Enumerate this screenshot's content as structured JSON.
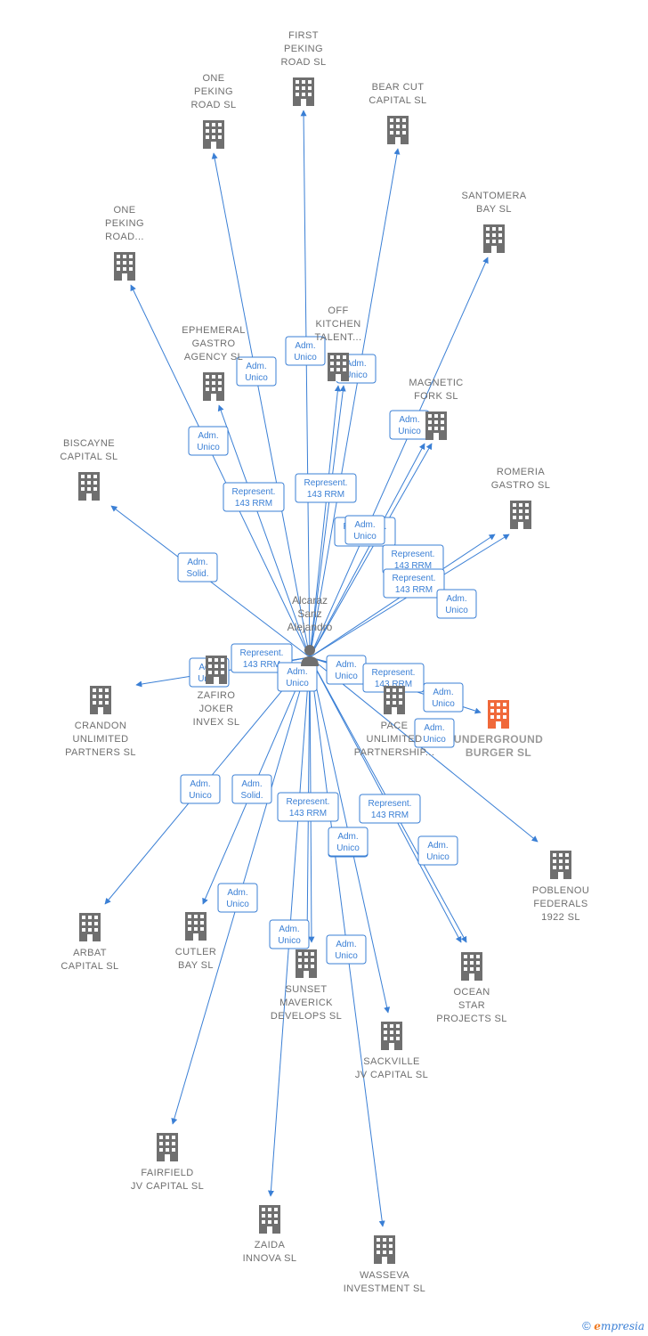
{
  "person": {
    "id": "p",
    "lines": [
      "Alcaraz",
      "Sanz",
      "Alejandro"
    ]
  },
  "companies": [
    {
      "id": "first_peking",
      "lines": [
        "FIRST",
        "PEKING",
        "ROAD  SL"
      ]
    },
    {
      "id": "one_peking",
      "lines": [
        "ONE",
        "PEKING",
        "ROAD  SL"
      ]
    },
    {
      "id": "bear_cut",
      "lines": [
        "BEAR CUT",
        "CAPITAL  SL"
      ]
    },
    {
      "id": "santomera",
      "lines": [
        "SANTOMERA",
        "BAY  SL"
      ]
    },
    {
      "id": "one_peking_2",
      "lines": [
        "ONE",
        "PEKING",
        "ROAD..."
      ]
    },
    {
      "id": "off_kitchen",
      "lines": [
        "OFF",
        "KITCHEN",
        "TALENT..."
      ]
    },
    {
      "id": "ephemeral",
      "lines": [
        "EPHEMERAL",
        "GASTRO",
        "AGENCY  SL"
      ]
    },
    {
      "id": "magnetic",
      "lines": [
        "MAGNETIC",
        "FORK  SL"
      ]
    },
    {
      "id": "biscayne",
      "lines": [
        "BISCAYNE",
        "CAPITAL SL"
      ]
    },
    {
      "id": "romeria",
      "lines": [
        "ROMERIA",
        "GASTRO  SL"
      ]
    },
    {
      "id": "crandon",
      "lines": [
        "CRANDON",
        "UNLIMITED",
        "PARTNERS  SL"
      ]
    },
    {
      "id": "zafiro",
      "lines": [
        "ZAFIRO",
        "JOKER",
        "INVEX  SL"
      ]
    },
    {
      "id": "pace",
      "lines": [
        "PACE",
        "UNLIMITED",
        "PARTNERSHIP..."
      ]
    },
    {
      "id": "underground",
      "lines": [
        "UNDERGROUND",
        "BURGER  SL"
      ],
      "main": true
    },
    {
      "id": "poblenou",
      "lines": [
        "POBLENOU",
        "FEDERALS",
        "1922  SL"
      ]
    },
    {
      "id": "arbat",
      "lines": [
        "ARBAT",
        "CAPITAL SL"
      ]
    },
    {
      "id": "cutler",
      "lines": [
        "CUTLER",
        "BAY  SL"
      ]
    },
    {
      "id": "sunset",
      "lines": [
        "SUNSET",
        "MAVERICK",
        "DEVELOPS  SL"
      ]
    },
    {
      "id": "ocean",
      "lines": [
        "OCEAN",
        "STAR",
        "PROJECTS  SL"
      ]
    },
    {
      "id": "sackville",
      "lines": [
        "SACKVILLE",
        "JV CAPITAL  SL"
      ]
    },
    {
      "id": "fairfield",
      "lines": [
        "FAIRFIELD",
        "JV CAPITAL  SL"
      ]
    },
    {
      "id": "zaida",
      "lines": [
        "ZAIDA",
        "INNOVA  SL"
      ]
    },
    {
      "id": "wasseva",
      "lines": [
        "WASSEVA",
        "INVESTMENT  SL"
      ]
    }
  ],
  "edges": [
    {
      "to": "first_peking",
      "label": [
        "Adm.",
        "Unico"
      ]
    },
    {
      "to": "one_peking",
      "label": [
        "Adm.",
        "Unico"
      ]
    },
    {
      "to": "bear_cut",
      "label": [
        "Represent.",
        "143 RRM"
      ]
    },
    {
      "to": "santomera",
      "label": [
        "Adm.",
        "Unico"
      ]
    },
    {
      "to": "one_peking_2",
      "label": [
        "Adm.",
        "Unico"
      ]
    },
    {
      "to": "off_kitchen",
      "label": [
        "Adm.",
        "Unico"
      ]
    },
    {
      "to": "off_kitchen",
      "label": [
        "Represent.",
        "143 RRM"
      ]
    },
    {
      "to": "ephemeral",
      "label": [
        "Represent.",
        "143 RRM"
      ]
    },
    {
      "to": "magnetic",
      "label": [
        "Adm.",
        "Unico"
      ]
    },
    {
      "to": "magnetic",
      "label": [
        "Represent.",
        "143 RRM"
      ]
    },
    {
      "to": "biscayne",
      "label": [
        "Adm.",
        "Solid."
      ]
    },
    {
      "to": "romeria",
      "label": [
        "Represent.",
        "143 RRM"
      ]
    },
    {
      "to": "romeria",
      "label": [
        "Adm.",
        "Unico"
      ]
    },
    {
      "to": "crandon",
      "label": [
        "Adm.",
        "Unico"
      ]
    },
    {
      "to": "zafiro",
      "label": [
        "Represent.",
        "143 RRM"
      ]
    },
    {
      "to": "zafiro",
      "label": [
        "Adm.",
        "Unico"
      ]
    },
    {
      "to": "pace",
      "label": [
        "Adm.",
        "Unico"
      ]
    },
    {
      "to": "pace",
      "label": [
        "Represent.",
        "143 RRM"
      ]
    },
    {
      "to": "underground",
      "label": [
        "Adm.",
        "Unico"
      ]
    },
    {
      "to": "poblenou",
      "label": [
        "Adm.",
        "Unico"
      ]
    },
    {
      "to": "arbat",
      "label": [
        "Adm.",
        "Unico"
      ]
    },
    {
      "to": "cutler",
      "label": [
        "Adm.",
        "Solid."
      ]
    },
    {
      "to": "sunset",
      "label": [
        "Represent.",
        "143 RRM"
      ]
    },
    {
      "to": "sunset",
      "label": [
        "Adm.",
        "Unico"
      ]
    },
    {
      "to": "ocean",
      "label": [
        "Represent.",
        "143 RRM"
      ]
    },
    {
      "to": "ocean",
      "label": [
        "Adm.",
        "Unico"
      ]
    },
    {
      "to": "sackville",
      "label": [
        "Adm.",
        "Unico"
      ]
    },
    {
      "to": "fairfield",
      "label": [
        "Adm.",
        "Unico"
      ]
    },
    {
      "to": "zaida",
      "label": [
        "Adm.",
        "Unico"
      ]
    },
    {
      "to": "wasseva",
      "label": [
        "Adm.",
        "Unico"
      ]
    }
  ],
  "brand": {
    "symbol": "©",
    "initial": "e",
    "rest": "mpresia"
  },
  "colors": {
    "edge": "#3a7fd5",
    "building": "#6f6f6f",
    "main_building": "#f0693a",
    "label": "#6f6f6f"
  }
}
